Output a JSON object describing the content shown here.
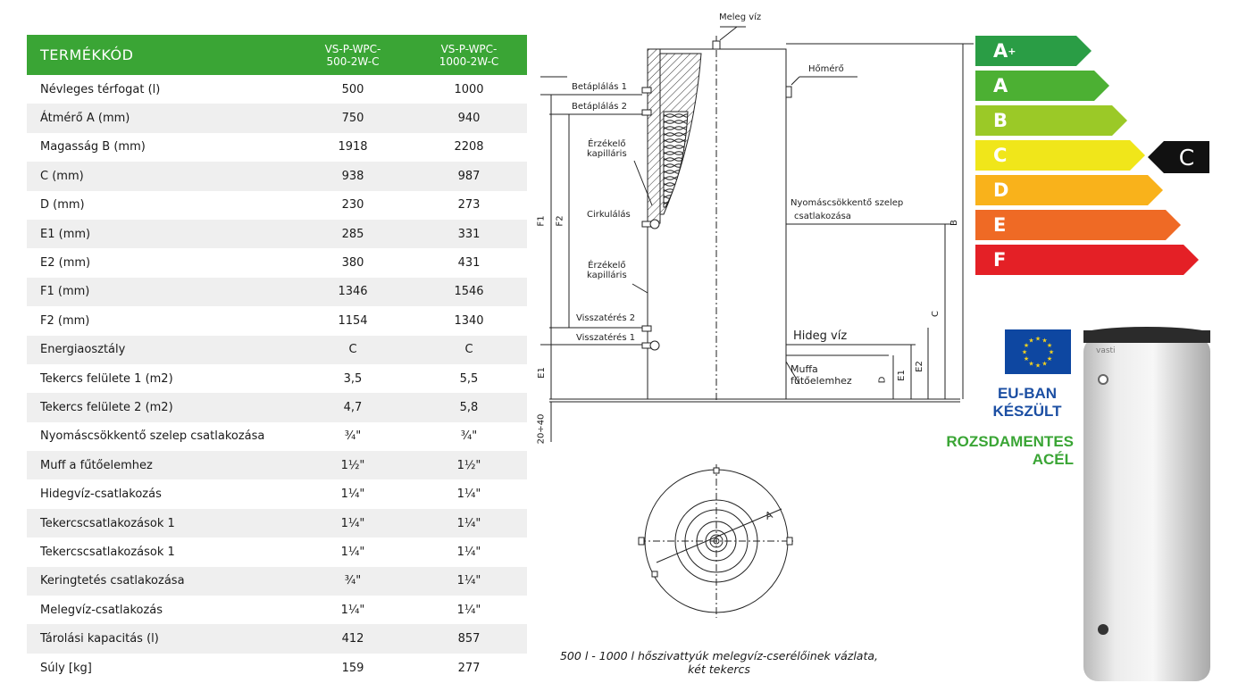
{
  "table": {
    "headers": [
      "TERMÉKKÓD",
      "VS-P-WPC-\n500-2W-C",
      "VS-P-WPC-\n1000-2W-C"
    ],
    "rows": [
      [
        "Névleges térfogat  (l)",
        "500",
        "1000"
      ],
      [
        "Átmérő A (mm)",
        "750",
        "940"
      ],
      [
        "Magasság B (mm)",
        "1918",
        "2208"
      ],
      [
        "C (mm)",
        "938",
        "987"
      ],
      [
        "D (mm)",
        "230",
        "273"
      ],
      [
        "E1 (mm)",
        "285",
        "331"
      ],
      [
        "E2 (mm)",
        "380",
        "431"
      ],
      [
        "F1 (mm)",
        "1346",
        "1546"
      ],
      [
        "F2 (mm)",
        "1154",
        "1340"
      ],
      [
        "Energiaosztály",
        "C",
        "C"
      ],
      [
        "Tekercs felülete 1 (m2)",
        "3,5",
        "5,5"
      ],
      [
        "Tekercs felülete 2 (m2)",
        "4,7",
        "5,8"
      ],
      [
        "Nyomáscsökkentő szelep csatlakozása",
        "¾\"",
        "¾\""
      ],
      [
        "Muff a fűtőelemhez",
        "1½\"",
        "1½\""
      ],
      [
        "Hidegvíz-csatlakozás",
        "1¼\"",
        "1¼\""
      ],
      [
        "Tekercscsatlakozások 1",
        "1¼\"",
        "1¼\""
      ],
      [
        "Tekercscsatlakozások 1",
        "1¼\"",
        "1¼\""
      ],
      [
        "Keringtetés csatlakozása",
        "¾\"",
        "1¼\""
      ],
      [
        "Melegvíz-csatlakozás",
        "1¼\"",
        "1¼\""
      ],
      [
        "Tárolási kapacitás (l)",
        "412",
        "857"
      ],
      [
        "Súly [kg]",
        "159",
        "277"
      ]
    ]
  },
  "drawing": {
    "labels": {
      "meleg_viz": "Meleg víz",
      "homero": "Hőmérő",
      "betaplalas1": "Betáplálás 1",
      "betaplalas2": "Betáplálás 2",
      "erzekelo1_a": "Érzékelő",
      "erzekelo1_b": "kapilláris",
      "cirkulalas": "Cirkulálás",
      "nyomas_a": "Nyomáscsökkentő szelep",
      "nyomas_b": "csatlakozása",
      "erzekelo2_a": "Érzékelő",
      "erzekelo2_b": "kapilláris",
      "visszateres2": "Visszatérés 2",
      "visszateres1": "Visszatérés 1",
      "hideg_viz": "Hideg víz",
      "muffa_a": "Muffa",
      "muffa_b": "fűtőelemhez"
    },
    "dims": {
      "F1": "F1",
      "F2": "F2",
      "E1": "E1",
      "B": "B",
      "C": "C",
      "D": "D",
      "E1b": "E1",
      "E2": "E2",
      "gap": "20÷40",
      "A": "A"
    },
    "caption_line1": "500 l - 1000 l hőszivattyúk melegvíz-cserélőinek vázlata,",
    "caption_line2": "két tekercs"
  },
  "energy": {
    "classes": [
      {
        "letter": "A",
        "sup": "+",
        "color": "#2a9d45"
      },
      {
        "letter": "A",
        "sup": "",
        "color": "#4cb033"
      },
      {
        "letter": "B",
        "sup": "",
        "color": "#9bc927"
      },
      {
        "letter": "C",
        "sup": "",
        "color": "#f0e61a"
      },
      {
        "letter": "D",
        "sup": "",
        "color": "#f9b21b"
      },
      {
        "letter": "E",
        "sup": "",
        "color": "#ef6a25"
      },
      {
        "letter": "F",
        "sup": "",
        "color": "#e42026"
      }
    ],
    "indicator": "C"
  },
  "badges": {
    "eu_line1": "EU-BAN",
    "eu_line2": "KÉSZÜLT",
    "ss_line1": "ROZSDAMENTES",
    "ss_line2": "ACÉL"
  },
  "tank": {
    "brand": "vasti"
  }
}
